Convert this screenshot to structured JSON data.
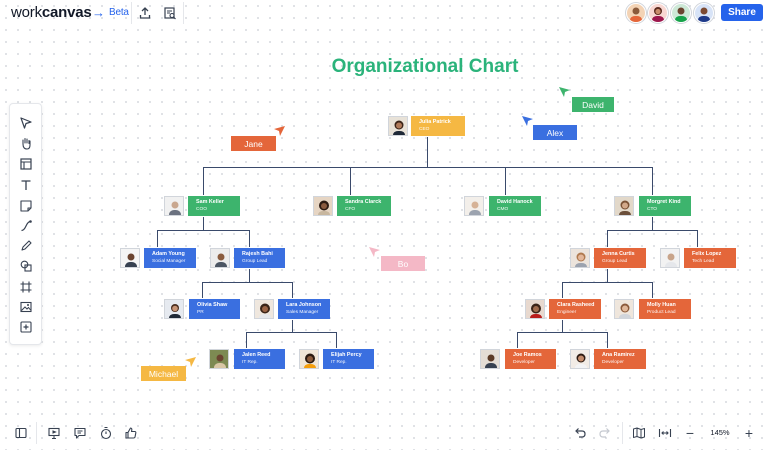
{
  "app": {
    "logo_part1": "work",
    "logo_part2": "canvas",
    "logo_arrow": "→",
    "logo_beta": "Beta",
    "share_label": "Share"
  },
  "canvas": {
    "title": "Organizational Chart"
  },
  "toolbar_left": [
    {
      "icon": "select-arrow-icon"
    },
    {
      "icon": "hand-pan-icon"
    },
    {
      "icon": "frame-layout-icon"
    },
    {
      "icon": "text-icon"
    },
    {
      "icon": "sticky-note-icon"
    },
    {
      "icon": "connector-icon"
    },
    {
      "icon": "pen-icon"
    },
    {
      "icon": "shapes-icon"
    },
    {
      "icon": "grid-frame-icon"
    },
    {
      "icon": "image-icon"
    },
    {
      "icon": "add-icon"
    }
  ],
  "org": {
    "ceo": {
      "name": "Julia Patrick",
      "role": "CEO"
    },
    "coo": {
      "name": "Sam Keller",
      "role": "COO"
    },
    "cfo": {
      "name": "Sandra Clarck",
      "role": "CFO"
    },
    "cmo": {
      "name": "David Hanock",
      "role": "CMO"
    },
    "cto": {
      "name": "Morgret Kind",
      "role": "CTO"
    },
    "adam": {
      "name": "Adam Young",
      "role": "Social Manager"
    },
    "rajesh": {
      "name": "Rajesh Bahi",
      "role": "Group Lead"
    },
    "olivia": {
      "name": "Olivia Shaw",
      "role": "PR"
    },
    "lara": {
      "name": "Lara Johnson",
      "role": "Sales Manager"
    },
    "jalen": {
      "name": "Jalen Reed",
      "role": "IT Rep."
    },
    "elijah": {
      "name": "Elijah Percy",
      "role": "IT Rep."
    },
    "jenna": {
      "name": "Jenna Curtis",
      "role": "Group Lead"
    },
    "felix": {
      "name": "Felix Lopez",
      "role": "Tech Lead"
    },
    "clara": {
      "name": "Clara Rasheed",
      "role": "Engineer"
    },
    "molly": {
      "name": "Molly Huan",
      "role": "Product Lead"
    },
    "joe": {
      "name": "Joe Ramos",
      "role": "Developer"
    },
    "ana": {
      "name": "Ana Ramirez",
      "role": "Developer"
    }
  },
  "cursors": [
    {
      "name": "Jane",
      "color": "#e4663a"
    },
    {
      "name": "David",
      "color": "#3db46d"
    },
    {
      "name": "Alex",
      "color": "#3a6fe0"
    },
    {
      "name": "Bo",
      "color": "#f4b8c6"
    },
    {
      "name": "Michael",
      "color": "#f5b843"
    }
  ],
  "bottom": {
    "zoom": "145%",
    "zoom_minus": "−",
    "zoom_plus": "+"
  },
  "colors": {
    "accent": "#2563eb",
    "title": "#2bb37b",
    "yellow": "#f5b843",
    "green": "#3db46d",
    "blue": "#3a6fe0",
    "orange": "#e4663a",
    "connector": "#3a4a6b"
  }
}
